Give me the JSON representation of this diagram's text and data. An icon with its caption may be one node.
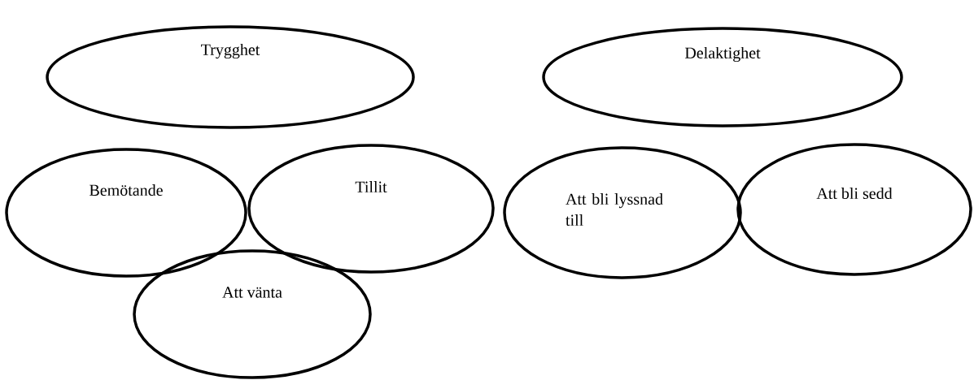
{
  "diagram": {
    "nodes": [
      {
        "text": [
          "Trygghet"
        ]
      },
      {
        "text": [
          "Delaktighet"
        ]
      },
      {
        "text": [
          "Bemötande"
        ]
      },
      {
        "text": [
          "Tillit"
        ]
      },
      {
        "text": [
          "Att bli lyssnad till"
        ]
      },
      {
        "text": [
          "Att bli sedd"
        ]
      },
      {
        "text": [
          "Att vänta"
        ]
      }
    ]
  }
}
